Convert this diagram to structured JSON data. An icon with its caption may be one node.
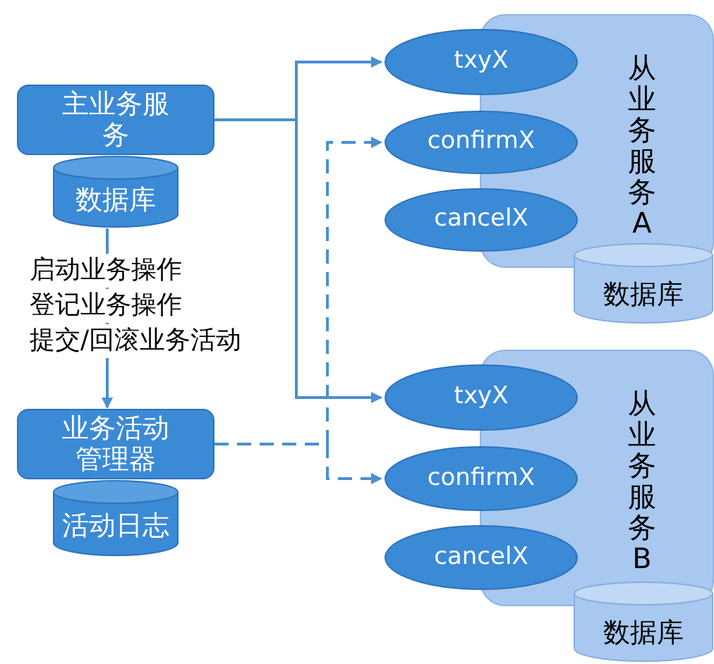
{
  "diagram": {
    "nodes": [
      {
        "text": [
          "主业务服务"
        ]
      },
      {
        "text": [
          "数据库"
        ]
      },
      {
        "text": [
          "业务活动管理器"
        ]
      },
      {
        "text": [
          "活动日志"
        ]
      },
      {
        "text": [
          "从业务服务A"
        ]
      },
      {
        "text": [
          "txyX"
        ]
      },
      {
        "text": [
          "confirmX"
        ]
      },
      {
        "text": [
          "cancelX"
        ]
      },
      {
        "text": [
          "数据库"
        ]
      },
      {
        "text": [
          "从业务服务B"
        ]
      },
      {
        "text": [
          "txyX"
        ]
      },
      {
        "text": [
          "confirmX"
        ]
      },
      {
        "text": [
          "cancelX"
        ]
      },
      {
        "text": [
          "数据库"
        ]
      }
    ],
    "edges": [
      {
        "from": 0,
        "to": 5,
        "arrow": "to"
      },
      {
        "from": 0,
        "to": 10,
        "arrow": "to"
      },
      {
        "from": 2,
        "to": 6,
        "arrow": "to",
        "style": "dashed"
      },
      {
        "from": 2,
        "to": 11,
        "arrow": "to",
        "style": "dashed"
      },
      {
        "from": 1,
        "to": 2,
        "arrow": "to"
      }
    ],
    "labels": [
      "启动业务操作",
      "登记业务操作",
      "提交/回滚业务活动"
    ]
  }
}
